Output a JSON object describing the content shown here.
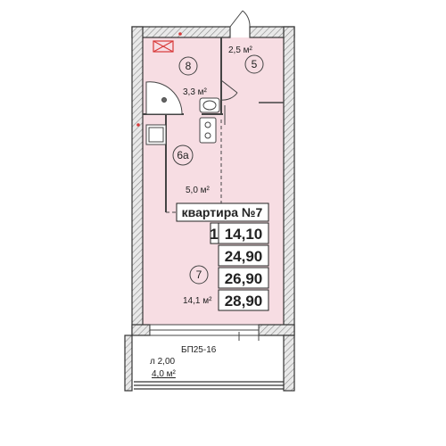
{
  "apartment": {
    "title": "квартира №7",
    "rooms_count": "1",
    "areas": [
      "14,10",
      "24,90",
      "26,90",
      "28,90"
    ]
  },
  "rooms": [
    {
      "id": "8",
      "area": "3,3 м²"
    },
    {
      "id": "5",
      "area": "2,5 м²"
    },
    {
      "id": "6а",
      "area": "5,0 м²"
    },
    {
      "id": "7",
      "area": "14,1 м²"
    }
  ],
  "balcony": {
    "code": "БП25-16",
    "label": "л 2,00",
    "area": "4,0 м²"
  },
  "colors": {
    "wall": "#3a3a3a",
    "hatch": "#bdbdbd",
    "room_fill": "#f7dde3",
    "line": "#444444",
    "marker": "#d83a3a"
  }
}
